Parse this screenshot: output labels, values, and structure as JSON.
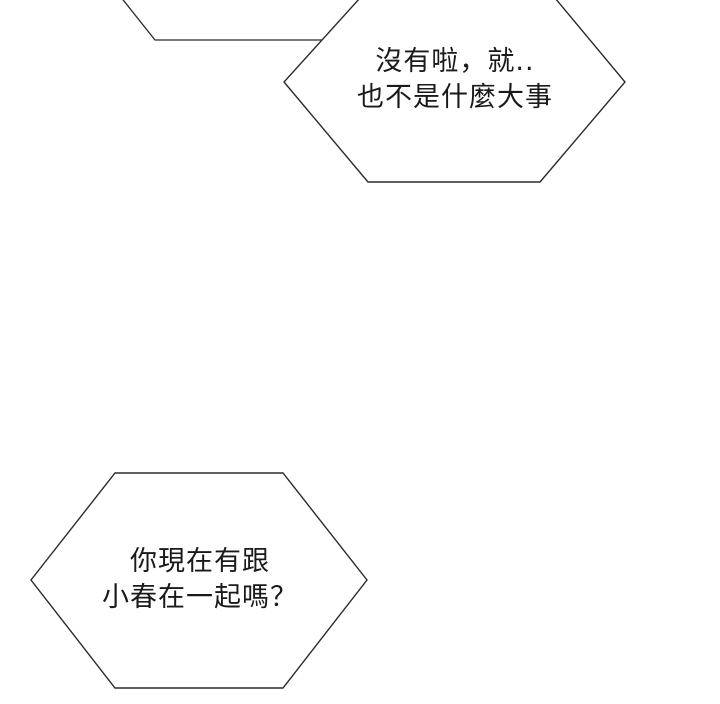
{
  "bubbles": [
    {
      "lines": [
        "沒有啦，就..",
        "也不是什麼大事"
      ]
    },
    {
      "lines": [
        "你現在有跟",
        "小春在一起嗎？"
      ]
    }
  ]
}
